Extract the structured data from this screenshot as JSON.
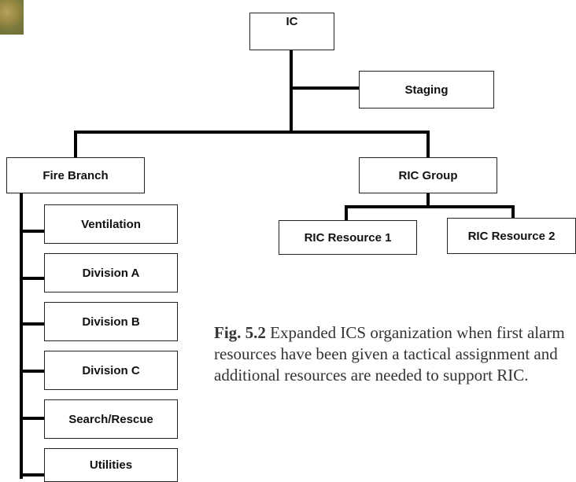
{
  "org_chart": {
    "ic": "IC",
    "staging": "Staging",
    "fire_branch": "Fire Branch",
    "ric_group": "RIC Group",
    "ric_resource_1": "RIC Resource 1",
    "ric_resource_2": "RIC Resource 2",
    "divisions": [
      "Ventilation",
      "Division A",
      "Division B",
      "Division C",
      "Search/Rescue",
      "Utilities"
    ]
  },
  "caption": {
    "label": "Fig. 5.2",
    "text": " Expanded ICS organization when first alarm resources have been given a tactical assignment and additional resources are needed to support RIC."
  }
}
